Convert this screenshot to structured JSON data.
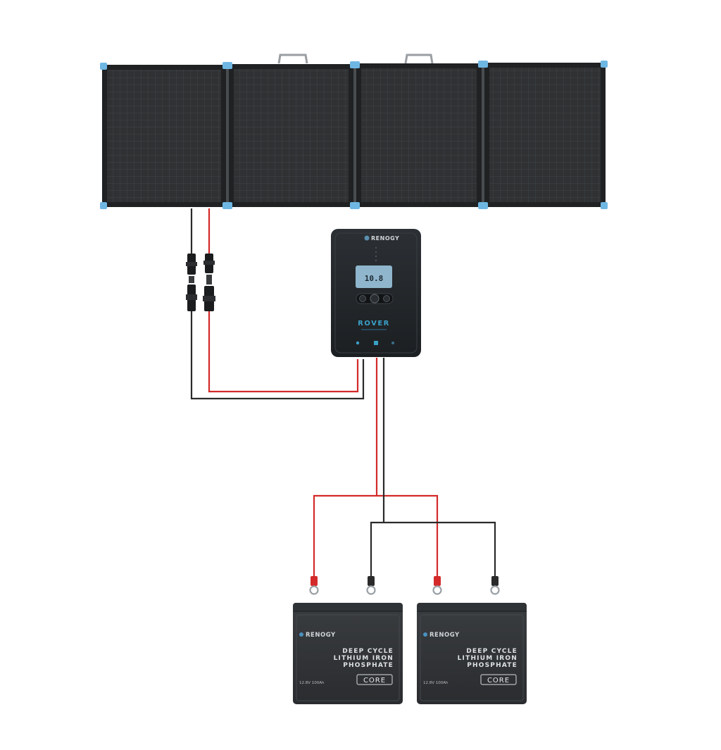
{
  "brand": "RENOGY",
  "controller": {
    "model": "ROVER",
    "display_value": "10.8"
  },
  "batteries": [
    {
      "line1": "DEEP CYCLE",
      "line2": "LITHIUM IRON",
      "line3": "PHOSPHATE",
      "badge": "CORE",
      "spec": "12.8V 100Ah"
    },
    {
      "line1": "DEEP CYCLE",
      "line2": "LITHIUM IRON",
      "line3": "PHOSPHATE",
      "badge": "CORE",
      "spec": "12.8V 100Ah"
    }
  ],
  "colors": {
    "positive_wire": "#d42a2a",
    "negative_wire": "#2a2a2a",
    "panel_corner": "#6fb7e3",
    "lcd": "#8fb6cc",
    "terminal_positive": "#d42a2a"
  }
}
